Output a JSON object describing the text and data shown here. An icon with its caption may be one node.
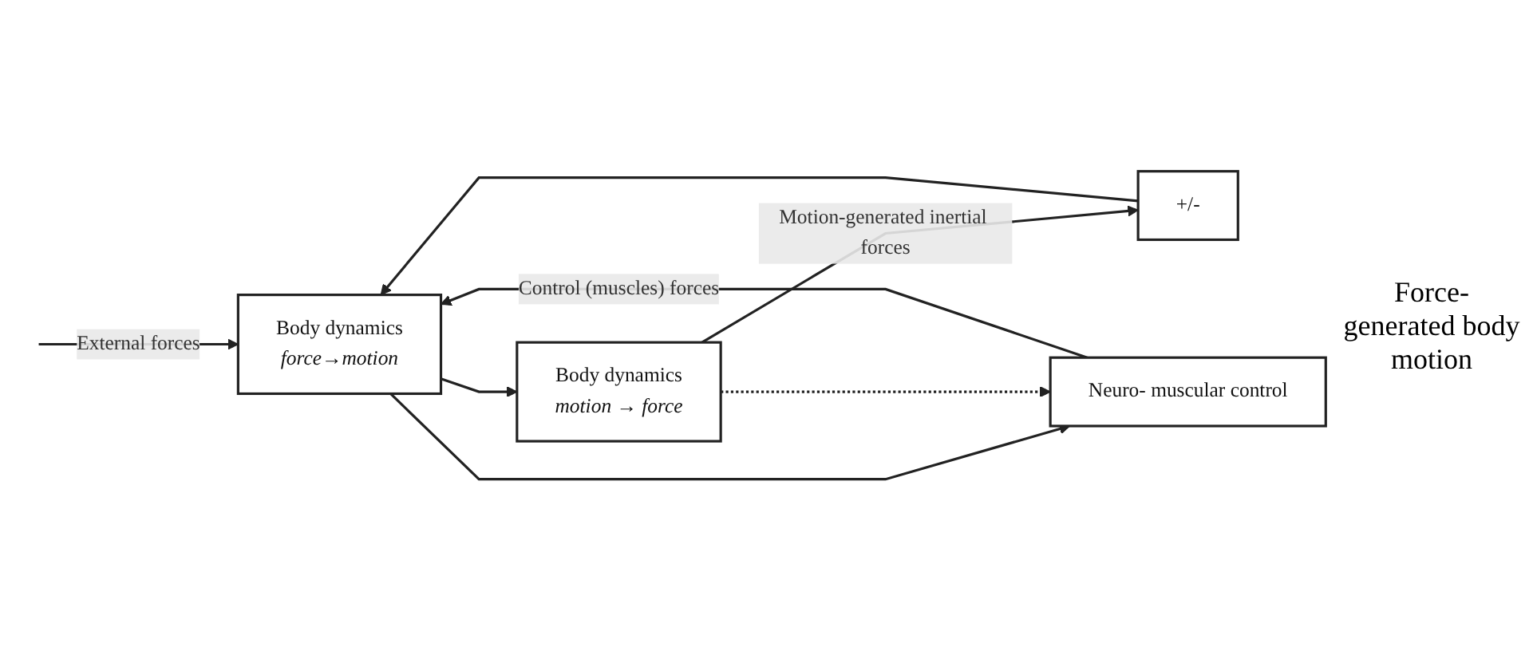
{
  "diagram": {
    "nodes": [
      {
        "text": [
          "Body dynamics",
          "force→motion"
        ]
      },
      {
        "text": [
          "+/-"
        ]
      },
      {
        "text": [
          "Body dynamics",
          "motion → force"
        ]
      },
      {
        "text": [
          "Neuro- muscular control"
        ]
      }
    ],
    "edges": [
      {
        "from": null,
        "to": 0,
        "arrow": "to",
        "label": "External forces"
      },
      {
        "from": 3,
        "to": 0,
        "arrow": "to",
        "label": "Control (muscles) forces"
      },
      {
        "from": 1,
        "to": 0,
        "arrow": "to"
      },
      {
        "from": 0,
        "to": 2,
        "arrow": "to"
      },
      {
        "from": 0,
        "to": 3,
        "arrow": "to"
      },
      {
        "from": 2,
        "to": 1,
        "arrow": "to",
        "label": "Motion-generated inertial forces"
      },
      {
        "from": 2,
        "to": 3,
        "arrow": "to",
        "style": "dashed"
      }
    ],
    "labels": [
      "Force- generated body motion"
    ]
  }
}
